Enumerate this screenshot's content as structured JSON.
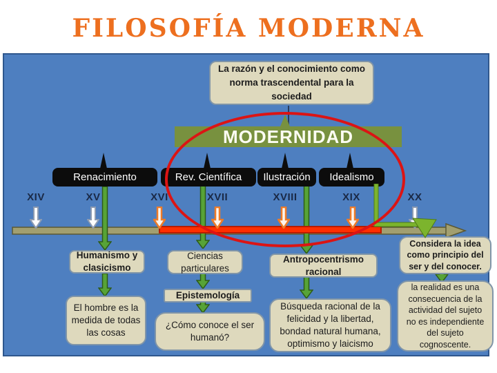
{
  "slide": {
    "title": "FILOSOFÍA MODERNA",
    "premise_box": "La razón y el conocimiento como norma trascendental para la sociedad",
    "banner": "MODERNIDAD",
    "periods": [
      "Renacimiento",
      "Rev. Científica",
      "Ilustración",
      "Idealismo"
    ],
    "centuries": [
      "XIV",
      "XV",
      "XVI",
      "XVII",
      "XVIII",
      "XIX",
      "XX"
    ],
    "columns": [
      {
        "heading": "Humanismo y clasicismo",
        "detail": "El hombre es la medida de todas las cosas"
      },
      {
        "heading": "Ciencias particulares",
        "mid": "Epistemología",
        "detail": "¿Cómo conoce el ser humanó?"
      },
      {
        "heading": "Antropocentrismo racional",
        "detail": "Búsqueda racional de la felicidad y la libertad, bondad natural humana, optimismo y laicismo"
      },
      {
        "heading": "Considera la idea como principio del ser y del conocer.",
        "detail": "la realidad es una consecuencia de la actividad del sujeto no es independiente del sujeto cognoscente."
      }
    ],
    "colors": {
      "panel_background": "#4e7fc0",
      "title_orange": "#ed6f1f",
      "banner_olive": "#78913f",
      "ellipse_red": "#dc1414",
      "timeline_olive": "#a29f70",
      "period_bar_red": "#ff2e00",
      "box_tan": "#ded9bd",
      "era_box_black": "#0c0c0c",
      "flow_arrow_green": "#57a337",
      "century_arrow_orange": "#ee7b28"
    }
  }
}
